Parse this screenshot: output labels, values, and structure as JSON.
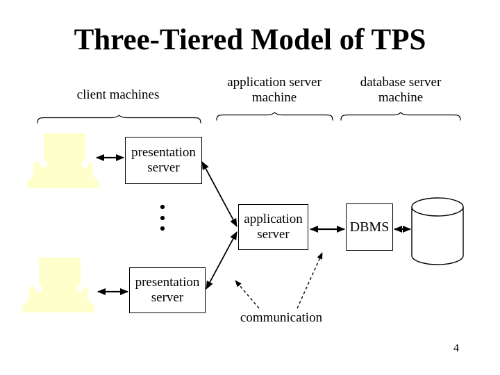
{
  "title": "Three-Tiered Model of TPS",
  "page_number": "4",
  "tier_labels": {
    "client": "client machines",
    "application": "application server\nmachine",
    "database": "database server\nmachine"
  },
  "nodes": {
    "presentation_server_top": "presentation\nserver",
    "presentation_server_bottom": "presentation\nserver",
    "application_server": "application\nserver",
    "dbms": "DBMS"
  },
  "annotations": {
    "communication": "communication"
  },
  "icons": {
    "client_computer": "computer-terminal-silhouette",
    "database_storage": "cylinder",
    "more_clients": "vertical-ellipsis"
  },
  "colors": {
    "background": "#FFFFFF",
    "text": "#000000",
    "line": "#000000",
    "client_computer_fill": "#FFFFCC"
  }
}
